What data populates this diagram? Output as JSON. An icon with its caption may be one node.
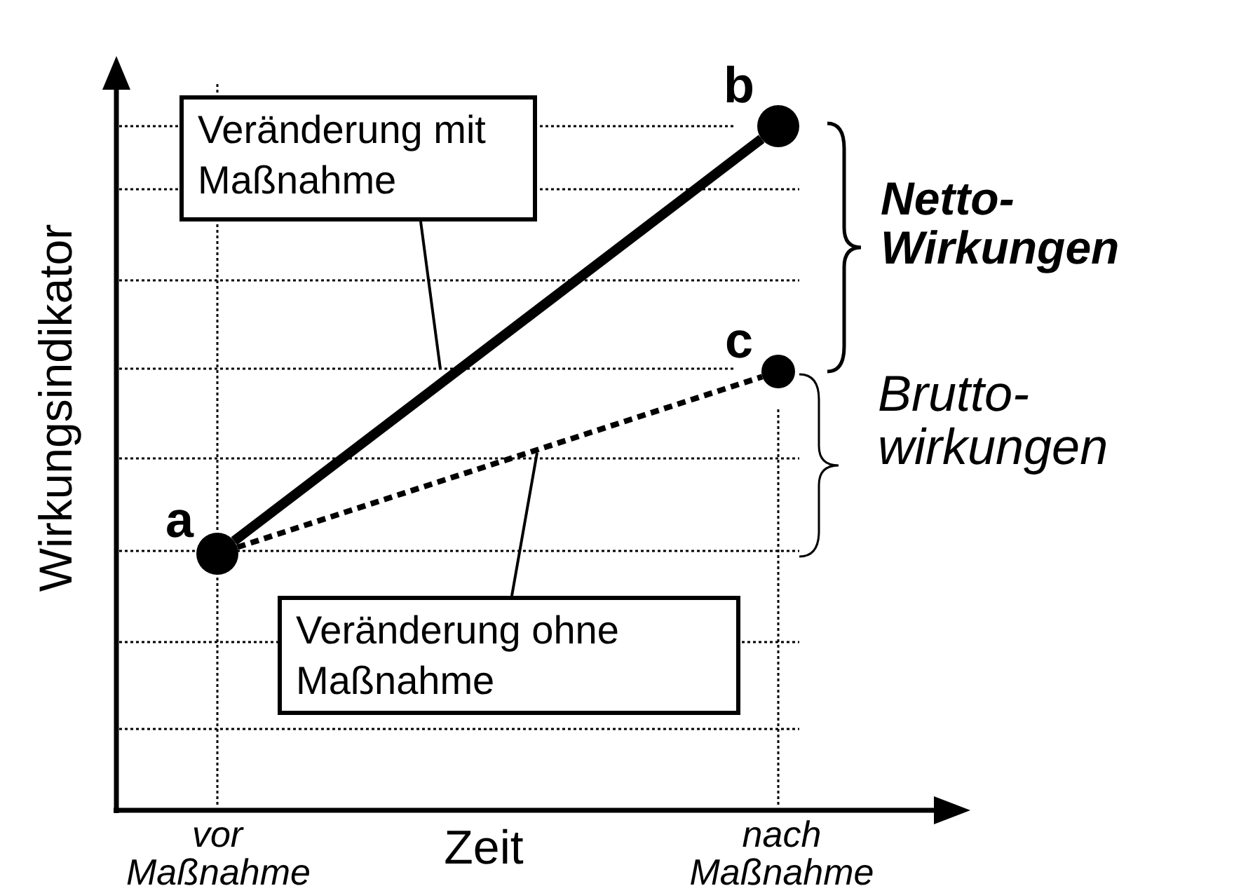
{
  "diagram": {
    "nodes": [
      {
        "text": [],
        "shape": "circle",
        "beside": [
          "a"
        ]
      },
      {
        "text": [],
        "shape": "circle",
        "beside": [
          "b"
        ]
      },
      {
        "text": [],
        "shape": "circle",
        "beside": [
          "c"
        ]
      },
      {
        "text": [
          "Veränderung mit Maßnahme"
        ]
      },
      {
        "text": [
          "Veränderung ohne Maßnahme"
        ]
      }
    ],
    "edges": [
      {
        "from": 0,
        "to": 1,
        "arrow": "none",
        "style": "thick"
      },
      {
        "from": 0,
        "to": 2,
        "arrow": "none",
        "style": "dashed"
      },
      {
        "from": 3,
        "to": null,
        "arrow": "none"
      },
      {
        "from": 4,
        "to": null,
        "arrow": "none"
      }
    ],
    "labels": [
      "Netto- Wirkungen",
      "Brutto- wirkungen",
      "Wirkungsindikator",
      "vor Maßnahme",
      "Zeit",
      "nach Maßnahme"
    ]
  }
}
